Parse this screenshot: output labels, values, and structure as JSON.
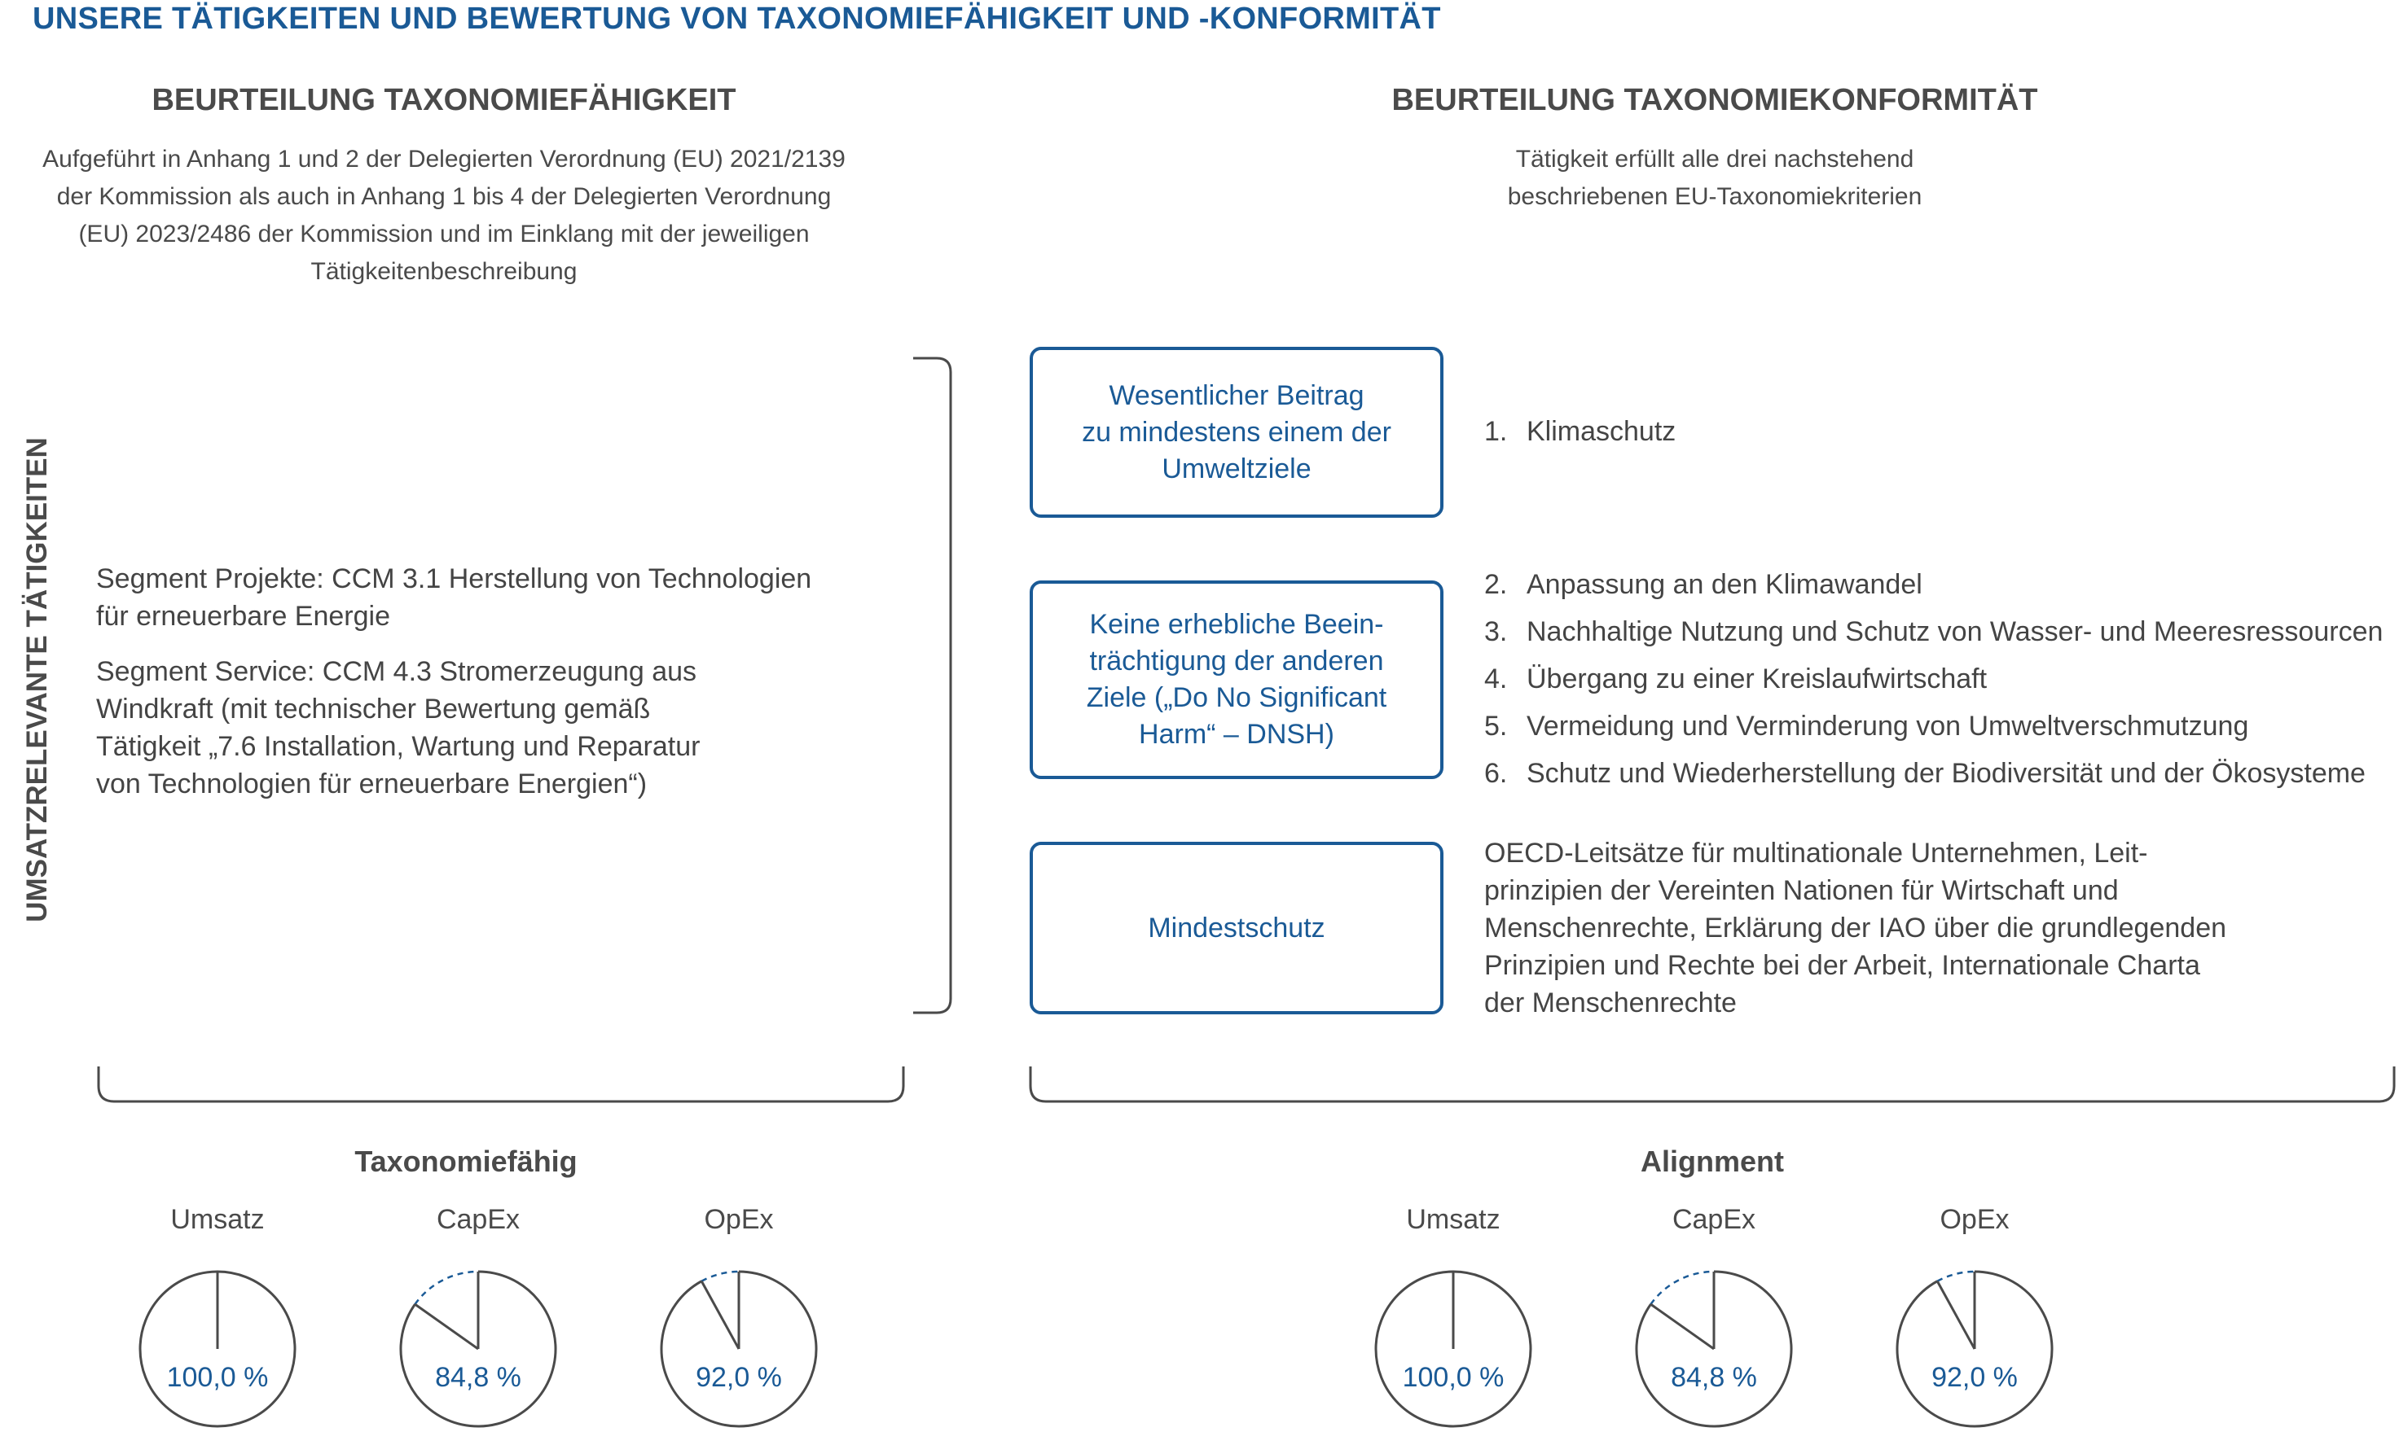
{
  "page_title": "UNSERE TÄTIGKEITEN UND BEWERTUNG VON TAXONOMIEFÄHIGKEIT UND -KONFORMITÄT",
  "left": {
    "heading": "BEURTEILUNG TAXONOMIEFÄHIGKEIT",
    "description_lines": [
      "Aufgeführt in Anhang 1 und 2 der Delegierten Verordnung (EU) 2021/2139",
      "der Kommission als auch in Anhang 1 bis 4 der Delegierten Verordnung",
      "(EU) 2023/2486 der Kommission und im Einklang mit der jeweiligen",
      "Tätigkeitenbeschreibung"
    ],
    "vertical_label": "UMSATZRELEVANTE TÄTIGKEITEN",
    "segments": [
      [
        "Segment Projekte: CCM 3.1 Herstellung von Technologien",
        "für erneuerbare Energie"
      ],
      [
        "Segment Service: CCM 4.3 Stromerzeugung aus",
        "Windkraft (mit technischer Bewertung gemäß",
        "Tätigkeit „7.6 Installation, Wartung und Reparatur",
        "von Technologien für erneuerbare Energien“)"
      ]
    ]
  },
  "right": {
    "heading": "BEURTEILUNG TAXONOMIEKONFORMITÄT",
    "description_lines": [
      "Tätigkeit erfüllt alle drei nachstehend",
      "beschriebenen EU-Taxonomiekriterien"
    ],
    "criteria": [
      {
        "lines": [
          "Wesentlicher Beitrag",
          "zu mindestens einem der",
          "Umweltziele"
        ]
      },
      {
        "lines": [
          "Keine erhebliche Beein-",
          "trächtigung der anderen",
          "Ziele („Do No Significant",
          "Harm“ – DNSH)"
        ]
      },
      {
        "lines": [
          "Mindestschutz"
        ]
      }
    ],
    "objectives": [
      {
        "num": "1.",
        "text": "Klimaschutz"
      },
      {
        "num": "2.",
        "text": "Anpassung an den Klimawandel"
      },
      {
        "num": "3.",
        "text": "Nachhaltige Nutzung und Schutz von Wasser- und Meeresressourcen"
      },
      {
        "num": "4.",
        "text": "Übergang zu einer Kreislaufwirtschaft"
      },
      {
        "num": "5.",
        "text": "Vermeidung und Verminderung von Umweltverschmutzung"
      },
      {
        "num": "6.",
        "text": "Schutz und Wiederherstellung der Biodiversität und der Ökosysteme"
      }
    ],
    "minimum_safeguards_lines": [
      "OECD-Leitsätze für multinationale Unternehmen, Leit-",
      "prinzipien der Vereinten Nationen für Wirtschaft und",
      "Menschenrechte, Erklärung der IAO über die grundlegenden",
      "Prinzipien und Rechte bei der Arbeit, Internationale Charta",
      "der Menschenrechte"
    ]
  },
  "colors": {
    "accent": "#1a5a96",
    "text": "#444444",
    "line": "#4a4a4a"
  },
  "chart_data": [
    {
      "type": "pie",
      "title": "Taxonomiefähig",
      "categories": [
        "Umsatz",
        "CapEx",
        "OpEx"
      ],
      "values": [
        100.0,
        84.8,
        92.0
      ],
      "labels": [
        "100,0 %",
        "84,8 %",
        "92,0 %"
      ]
    },
    {
      "type": "pie",
      "title": "Alignment",
      "categories": [
        "Umsatz",
        "CapEx",
        "OpEx"
      ],
      "values": [
        100.0,
        84.8,
        92.0
      ],
      "labels": [
        "100,0 %",
        "84,8 %",
        "92,0 %"
      ]
    }
  ]
}
